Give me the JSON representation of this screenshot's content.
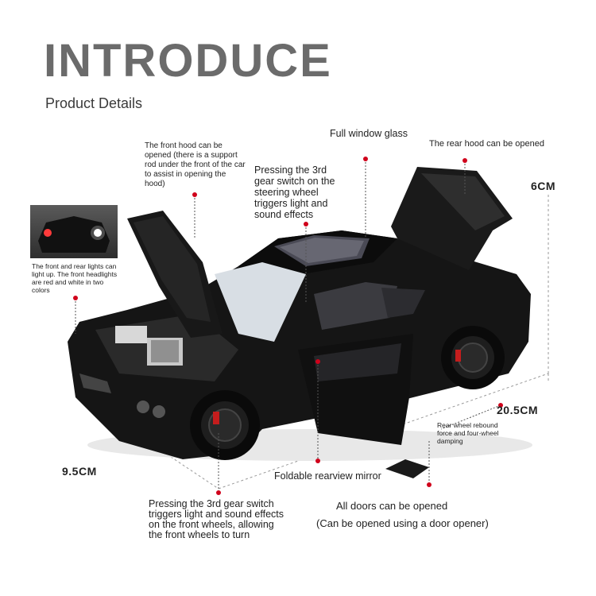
{
  "header": {
    "title": "INTRODUCE",
    "subtitle": "Product Details"
  },
  "callouts": {
    "front_hood": "The front hood can be opened (there is a support rod under the front of the car to assist in opening the hood)",
    "third_gear_steering": "Pressing the 3rd gear switch on the steering wheel triggers light and sound effects",
    "window_glass": "Full window glass",
    "rear_hood": "The rear hood can be opened",
    "lights": "The front and rear lights can light up. The front headlights are red and white in two colors",
    "rear_wheel": "Rear wheel rebound force and four-wheel damping",
    "mirror": "Foldable rearview mirror",
    "third_gear_wheels": "Pressing the 3rd gear switch triggers light and sound effects on the front wheels, allowing the front wheels to turn",
    "doors": "All doors can be opened",
    "door_opener": "(Can be opened using a door opener)"
  },
  "dimensions": {
    "height": "6CM",
    "length": "20.5CM",
    "width": "9.5CM"
  },
  "colors": {
    "title_gray": "#6b6b6b",
    "marker_red": "#d0021b",
    "car_body": "#141414"
  }
}
